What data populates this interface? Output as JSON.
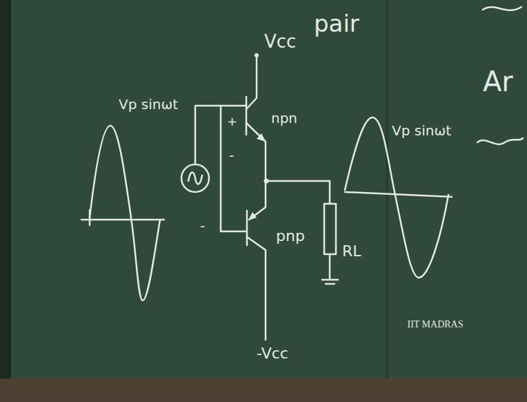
{
  "diagram": {
    "labels": [
      "pair",
      "Vcc",
      "Ar",
      "Vp sinωt",
      "+",
      "npn",
      "Vp sinωt",
      "-",
      "-",
      "pnp",
      "RL",
      "-Vcc",
      "IIT MADRAS"
    ]
  }
}
